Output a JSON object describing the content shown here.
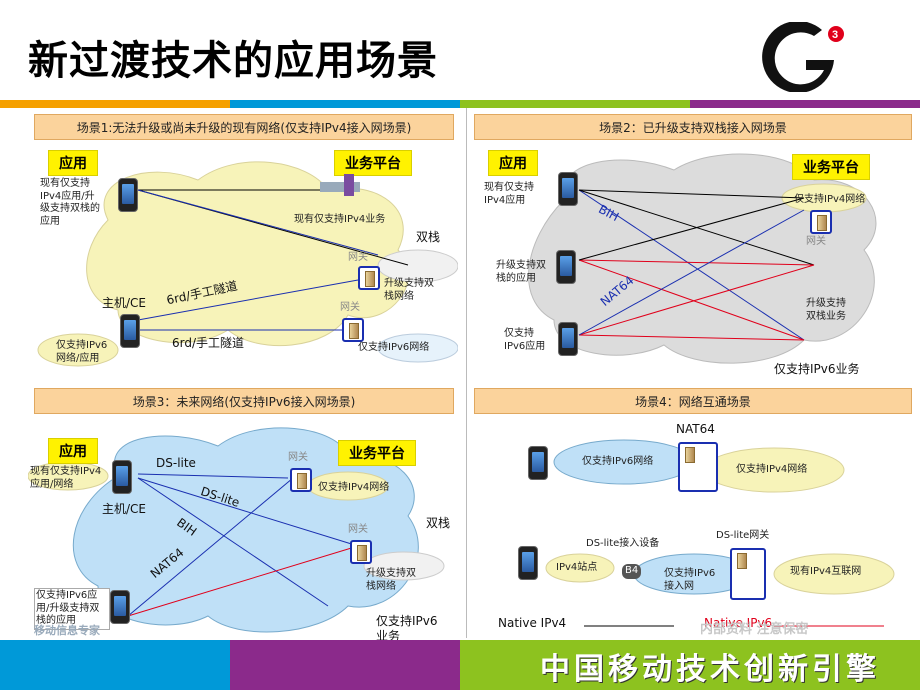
{
  "title": "新过渡技术的应用场景",
  "slogan": "中国移动技术创新引擎",
  "watermark": "内部资料   注意保密",
  "colors": {
    "orange": "#f5a000",
    "blue": "#0099d8",
    "green": "#8dc21f",
    "purple": "#8b2a8b"
  },
  "panels": {
    "p1": {
      "title": "场景1:无法升级或尚未升级的现有网络(仅支持IPv4接入网场景)"
    },
    "p2": {
      "title": "场景2：已升级支持双栈接入网场景"
    },
    "p3": {
      "title": "场景3：未来网络(仅支持IPv6接入网场景)"
    },
    "p4": {
      "title": "场景4：网络互通场景"
    }
  },
  "tags": {
    "app": "应用",
    "platform": "业务平台"
  },
  "p1": {
    "host_label": "现有仅支持IPv4应用/升级支持双栈的应用",
    "ipv4_service": "现有仅支持IPv4业务",
    "dual_stack": "双栈",
    "gateway1": "网关",
    "gateway2": "网关",
    "upgraded_net": "升级支持双栈网络",
    "host_ce": "主机/CE",
    "tunnel1": "6rd/手工隧道",
    "tunnel2": "6rd/手工隧道",
    "ipv6_app": "仅支持IPv6网络/应用",
    "ipv6_net": "仅支持IPv6网络"
  },
  "p2": {
    "host1": "现有仅支持IPv4应用",
    "host2": "升级支持双栈的应用",
    "host3": "仅支持IPv6应用",
    "bih": "BIH",
    "nat64": "NAT64",
    "ipv4_net": "仅支持IPv4网络",
    "gateway": "网关",
    "upgraded_service": "升级支持双栈业务",
    "ipv6_service": "仅支持IPv6业务"
  },
  "p3": {
    "host1": "现有仅支持IPv4应用/网络",
    "ds_lite1": "DS-lite",
    "ds_lite2": "DS-lite",
    "bih": "BIH",
    "nat64": "NAT64",
    "host_ce": "主机/CE",
    "gateway1": "网关",
    "gateway2": "网关",
    "ipv4_net": "仅支持IPv4网络",
    "dual_stack": "双栈",
    "upgraded_net": "升级支持双栈网络",
    "host2": "仅支持IPv6应用/升级支持双栈的应用",
    "ipv6_service": "仅支持IPv6业务",
    "faded_text": "移动信息专家"
  },
  "p4": {
    "nat64": "NAT64",
    "ipv6_net": "仅支持IPv6网络",
    "ipv4_net": "仅支持IPv4网络",
    "ds_lite_access": "DS-lite接入设备",
    "ds_lite_gw": "DS-lite网关",
    "ipv4_site": "IPv4站点",
    "b4": "B4",
    "ipv6_access": "仅支持IPv6接入网",
    "ipv4_internet": "现有IPv4互联网",
    "native_ipv4": "Native IPv4",
    "native_ipv6": "Native IPv6"
  }
}
